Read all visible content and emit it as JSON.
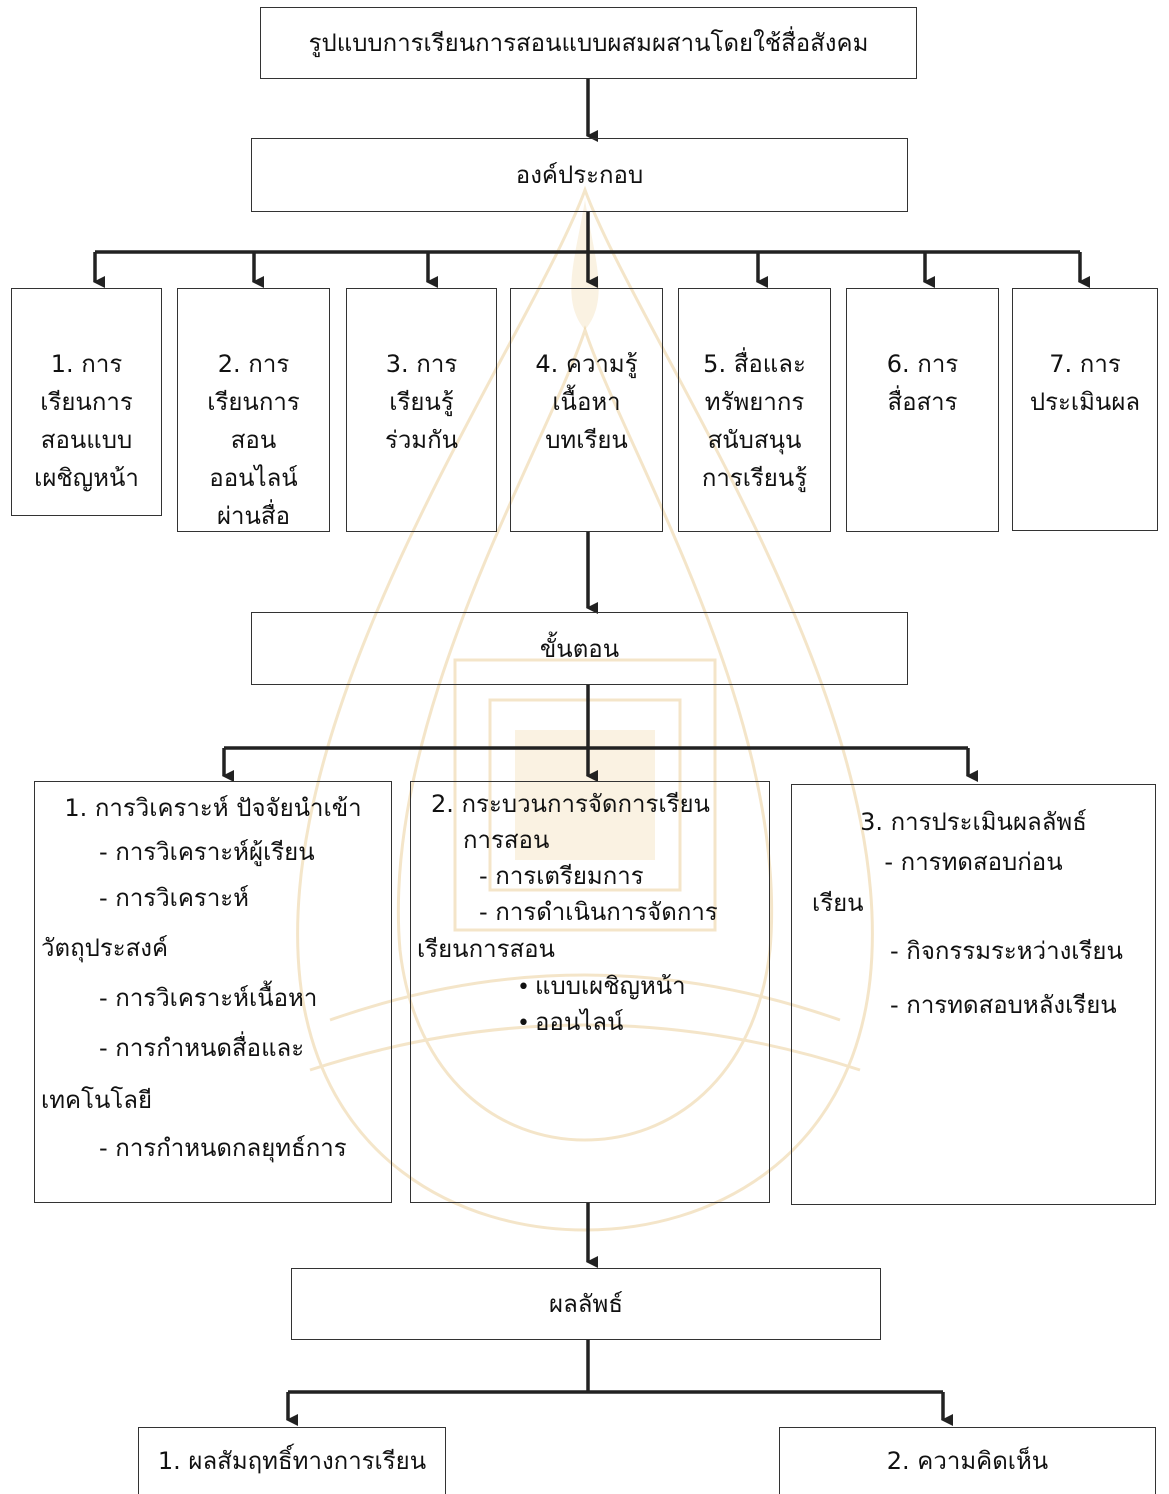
{
  "diagram": {
    "title": "รูปแบบการเรียนการสอนแบบผสมผสานโดยใช้สื่อสังคม",
    "components_heading": "องค์ประกอบ",
    "components": [
      "1. การ\nเรียนการ\nสอนแบบ\nเผชิญหน้า",
      "2. การ\nเรียนการ\nสอน\nออนไลน์\nผ่านสื่อ",
      "3. การ\nเรียนรู้\nร่วมกัน",
      "4. ความรู้\nเนื้อหา\nบทเรียน",
      "5. สื่อและ\nทรัพยากร\nสนับสนุน\nการเรียนรู้",
      "6. การ\nสื่อสาร",
      "7. การ\nประเมินผล"
    ],
    "steps_heading": "ขั้นตอน",
    "step1": {
      "title": "1. การวิเคราะห์ ปัจจัยนำเข้า",
      "l1": "- การวิเคราะห์ผู้เรียน",
      "l2": "- การวิเคราะห์",
      "l3": "วัตถุประสงค์",
      "l4": "- การวิเคราะห์เนื้อหา",
      "l5": "- การกำหนดสื่อและ",
      "l6": "เทคโนโลยี",
      "l7": "- การกำหนดกลยุทธ์การ"
    },
    "step2": {
      "title": "2. กระบวนการจัดการเรียน",
      "l1": "การสอน",
      "l2": "- การเตรียมการ",
      "l3": "- การดำเนินการจัดการ",
      "l4": "เรียนการสอน",
      "b1": "แบบเผชิญหน้า",
      "b2": "ออนไลน์"
    },
    "step3": {
      "title": "3. การประเมินผลลัพธ์",
      "l1": "- การทดสอบก่อน",
      "l2": "เรียน",
      "l3": "- กิจกรรมระหว่างเรียน",
      "l4": "- การทดสอบหลังเรียน"
    },
    "outcome_heading": "ผลลัพธ์",
    "outcome1": "1. ผลสัมฤทธิ์ทางการเรียน",
    "outcome2": "2. ความคิดเห็น"
  },
  "colors": {
    "line": "#222222",
    "border": "#333333",
    "watermark": "#d9a441"
  }
}
